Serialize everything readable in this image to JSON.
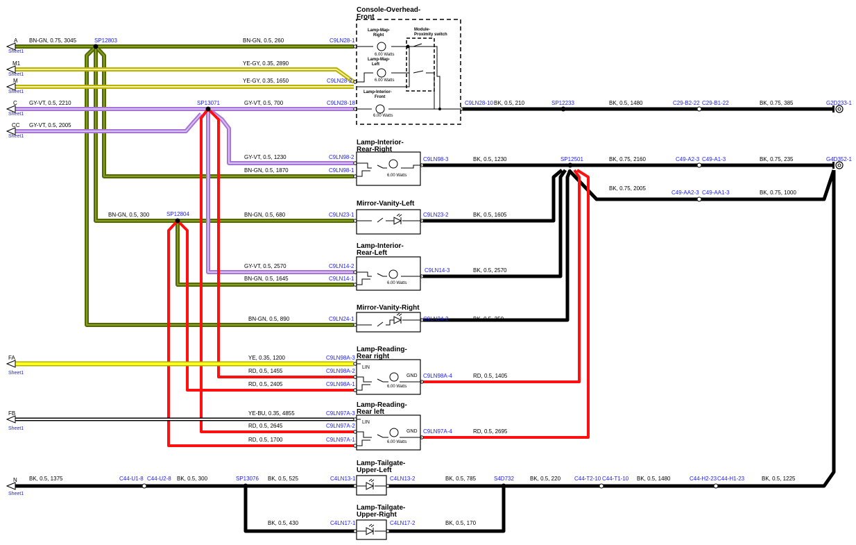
{
  "colors": {
    "bn_gn": "#4f6b00",
    "bn_gn_in": "#8a9a22",
    "ye_gy": "#b9b200",
    "ye_gy_in": "#f4f0a0",
    "gy_vt": "#a874d8",
    "gy_vt_in": "#d7c0f2",
    "ye": "#d8d800",
    "ye_in": "#ffff22",
    "ye_bu": "#000000",
    "ye_bu_in": "#ffffff",
    "rd": "#ff1010",
    "bk": "#000000",
    "blue_text": "#1a1aff"
  },
  "offsheet": [
    {
      "id": "A",
      "sheet": "Sheet1"
    },
    {
      "id": "M1",
      "sheet": "Sheet1"
    },
    {
      "id": "M",
      "sheet": "Sheet1"
    },
    {
      "id": "C",
      "sheet": "Sheet1"
    },
    {
      "id": "CC",
      "sheet": "Sheet1"
    },
    {
      "id": "FA",
      "sheet": "Sheet1"
    },
    {
      "id": "FB",
      "sheet": "Sheet1"
    },
    {
      "id": "N",
      "sheet": "Sheet1"
    }
  ],
  "splices": [
    "SP12803",
    "SP13071",
    "SP12804",
    "SP12233",
    "SP12501",
    "SP13076",
    "S4D732"
  ],
  "grounds": [
    "G2D233-1",
    "G4D352-1"
  ],
  "components": [
    {
      "title1": "Console-Overhead-",
      "title2": "Front"
    },
    {
      "title1": "Lamp-Interior-",
      "title2": "Rear-Right"
    },
    {
      "title1": "Mirror-Vanity-Left",
      "title2": ""
    },
    {
      "title1": "Lamp-Interior-",
      "title2": "Rear-Left"
    },
    {
      "title1": "Mirror-Vanity-Right",
      "title2": ""
    },
    {
      "title1": "Lamp-Reading-",
      "title2": "Rear right"
    },
    {
      "title1": "Lamp-Reading-",
      "title2": "Rear left"
    },
    {
      "title1": "Lamp-Tailgate-",
      "title2": "Upper-Left"
    },
    {
      "title1": "Lamp-Tailgate-",
      "title2": "Upper-Right"
    }
  ],
  "console_parts": {
    "map_right": [
      "Lamp-Map-",
      "Right"
    ],
    "map_left": [
      "Lamp-Map-",
      "Left"
    ],
    "module": [
      "Module-",
      "Proximity switch"
    ],
    "interior_front": [
      "Lamp-Interior-",
      "Front"
    ],
    "watts": "6.00 Watts",
    "watts_short": "6.00 Watts"
  },
  "pins": {
    "lin": "LIN",
    "gnd": "GND"
  },
  "wire_labels": [
    "BN-GN, 0.75, 3045",
    "BN-GN, 0.5, 260",
    "YE-GY, 0.35, 2890",
    "YE-GY, 0.35, 1650",
    "GY-VT, 0.5, 2210",
    "GY-VT, 0.5, 700",
    "GY-VT, 0.5, 2005",
    "BK, 0.5, 210",
    "BK, 0.5, 1480",
    "BK, 0.75, 385",
    "GY-VT, 0.5, 1230",
    "BN-GN, 0.5, 1870",
    "BK, 0.5, 1230",
    "BK, 0.75, 2160",
    "BK, 0.75, 235",
    "BK, 0.75, 2005",
    "BK, 0.75, 1000",
    "BN-GN, 0.5, 300",
    "BN-GN, 0.5, 680",
    "BK, 0.5, 1605",
    "GY-VT, 0.5, 2570",
    "BN-GN, 0.5, 1645",
    "BK, 0.5, 2570",
    "BN-GN, 0.5, 890",
    "BK, 0.5, 350",
    "YE, 0.35, 1200",
    "RD, 0.5, 1455",
    "RD, 0.5, 2405",
    "RD, 0.5, 1405",
    "YE-BU, 0.35, 4855",
    "RD, 0.5, 2645",
    "RD, 0.5, 1700",
    "RD, 0.5, 2695",
    "BK, 0.5, 1375",
    "BK, 0.5, 300",
    "BK, 0.5, 525",
    "BK, 0.5, 785",
    "BK, 0.5, 220",
    "BK, 0.5, 1480",
    "BK, 0.5, 1225",
    "BK, 0.5, 430",
    "BK, 0.5, 170"
  ],
  "connectors": [
    "C9LN28-1",
    "C9LN28-2",
    "C9LN28-18",
    "C9LN28-10",
    "C29-B2-22",
    "C29-B1-22",
    "C9LN98-2",
    "C9LN98-1",
    "C9LN98-3",
    "C49-A2-3",
    "C49-A1-3",
    "C49-AA2-3",
    "C49-AA1-3",
    "C9LN23-1",
    "C9LN23-2",
    "C9LN14-2",
    "C9LN14-1",
    "C9LN14-3",
    "C9LN24-1",
    "C9LN24-2",
    "C9LN98A-3",
    "C9LN98A-2",
    "C9LN98A-1",
    "C9LN98A-4",
    "C9LN97A-3",
    "C9LN97A-2",
    "C9LN97A-1",
    "C9LN97A-4",
    "C44-U1-8",
    "C44-U2-8",
    "C4LN13-1",
    "C4LN13-2",
    "C44-T2-10",
    "C44-T1-10",
    "C44-H2-23",
    "C44-H1-23",
    "C4LN17-1",
    "C4LN17-2"
  ]
}
